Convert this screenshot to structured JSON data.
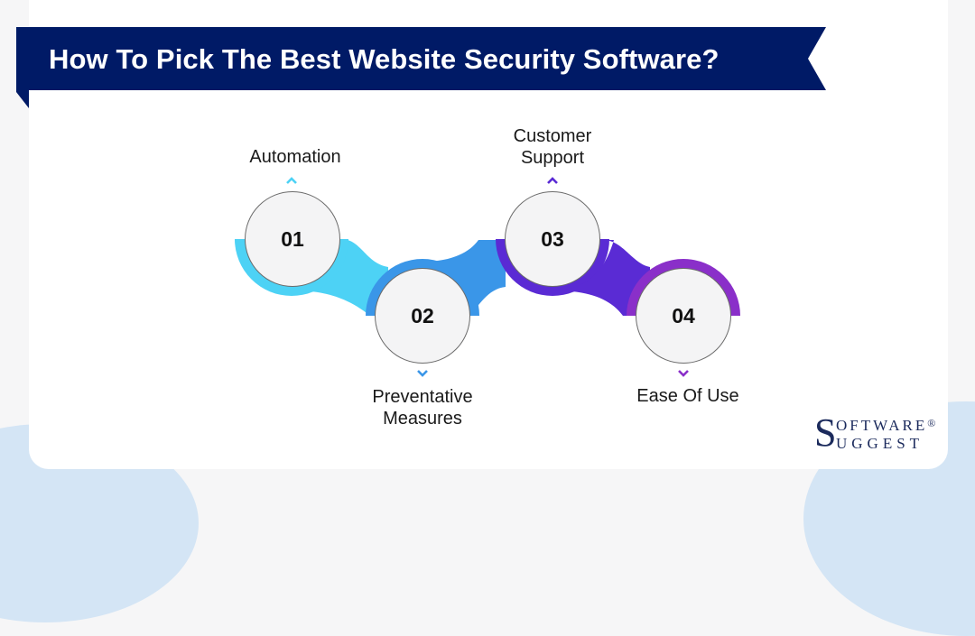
{
  "banner": {
    "title": "How To Pick The Best Website Security Software?",
    "color": "#001a66"
  },
  "steps": [
    {
      "number": "01",
      "label": "Automation",
      "color": "#4dd2f5",
      "chevron": "up"
    },
    {
      "number": "02",
      "label_lines": [
        "Preventative",
        "Measures"
      ],
      "color": "#3a96e8",
      "chevron": "down"
    },
    {
      "number": "03",
      "label_lines": [
        "Customer",
        "Support"
      ],
      "color": "#5a2bd4",
      "chevron": "up"
    },
    {
      "number": "04",
      "label": "Ease Of Use",
      "color": "#8a2fc9",
      "chevron": "down"
    }
  ],
  "logo": {
    "initial": "S",
    "line1": "OFTWARE",
    "line2": "UGGEST",
    "registered": "®",
    "color": "#1b2a5c"
  },
  "colors": {
    "background": "#f6f6f7",
    "card": "#ffffff",
    "blob": "#d4e5f5",
    "circle_fill": "#f4f4f5"
  }
}
